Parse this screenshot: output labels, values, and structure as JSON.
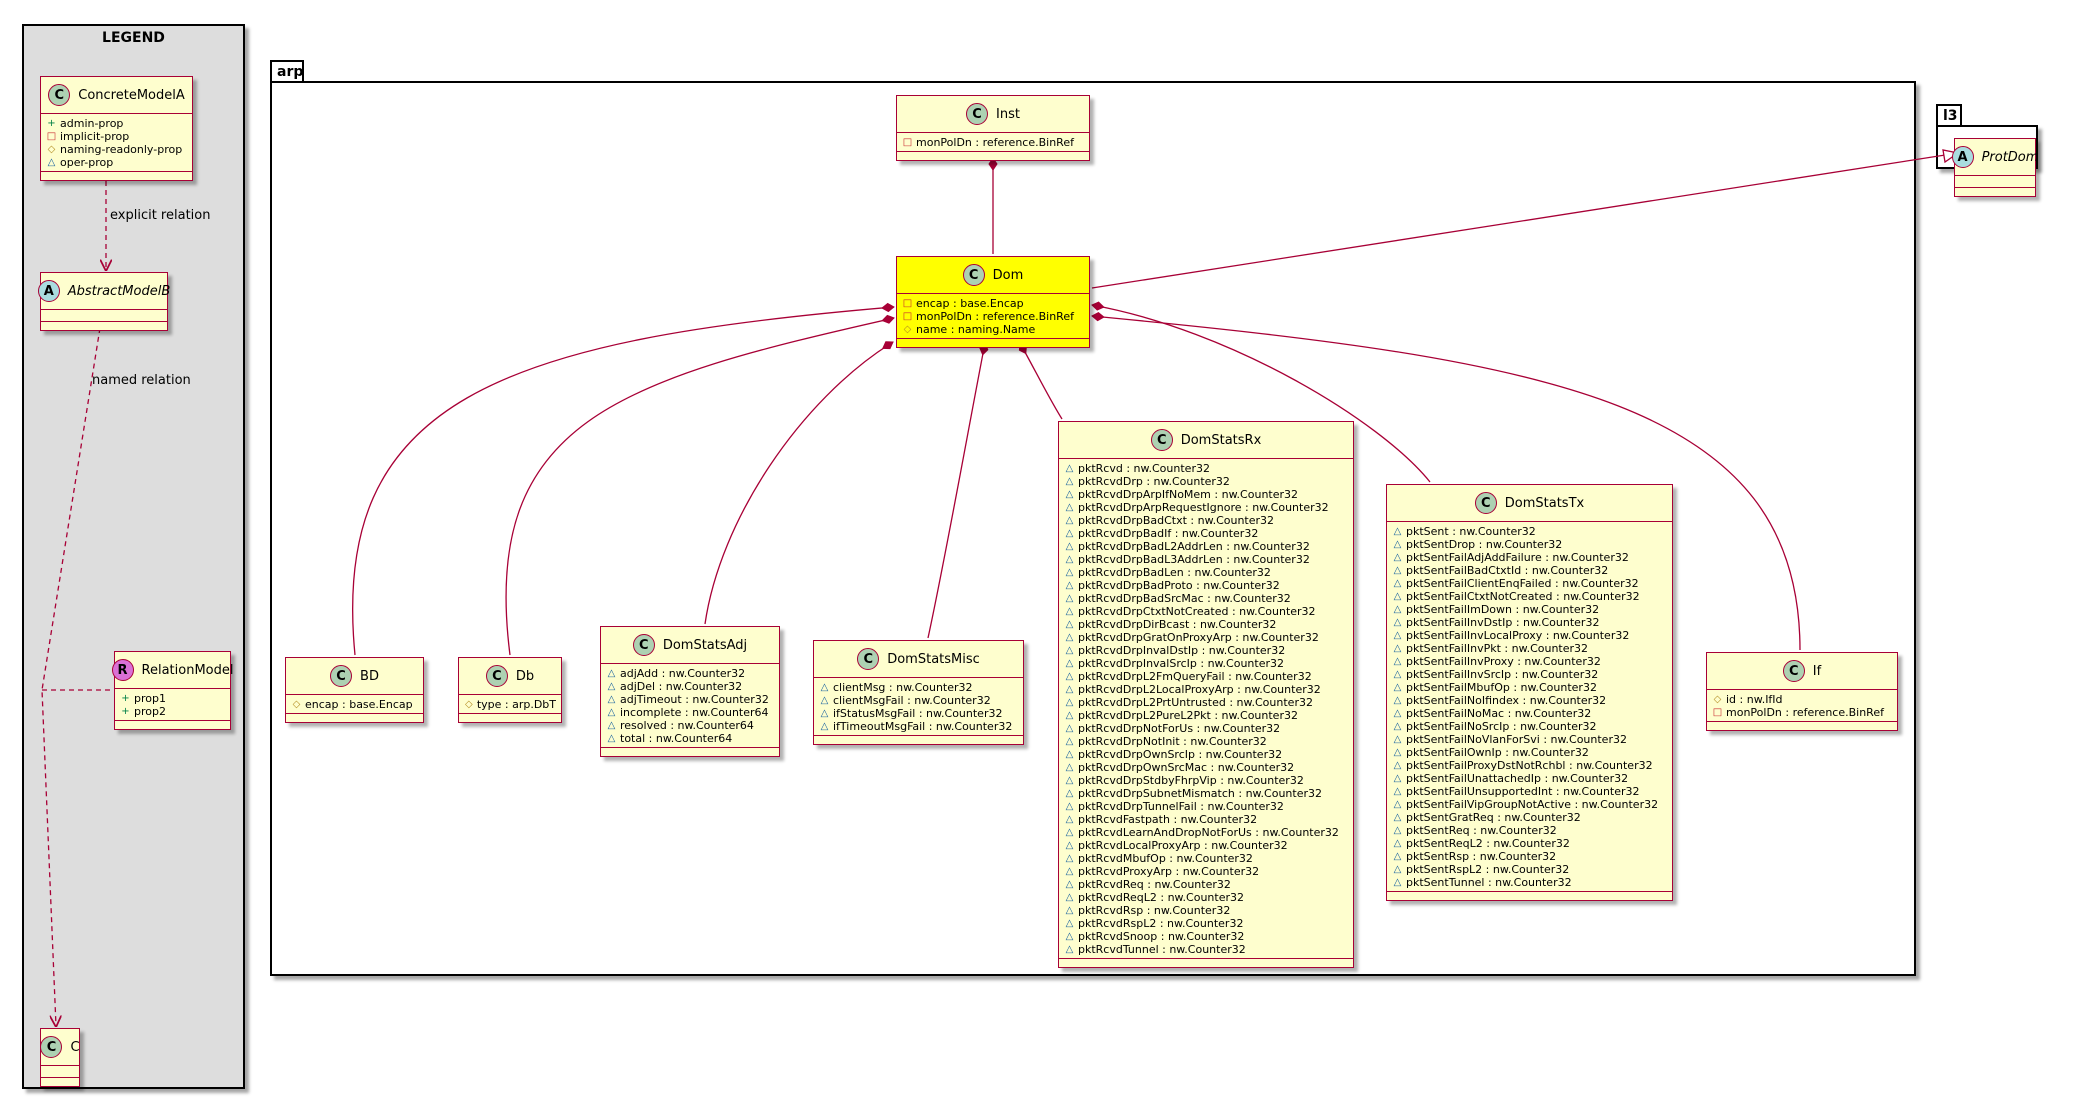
{
  "legend": {
    "title": "LEGEND",
    "explicit_label": "explicit relation",
    "named_label": "named relation",
    "concrete": {
      "name": "ConcreteModelA",
      "stereotype": "C",
      "attrs": [
        {
          "vis": "+",
          "text": "admin-prop"
        },
        {
          "vis": "-",
          "text": "implicit-prop"
        },
        {
          "vis": "#",
          "text": "naming-readonly-prop"
        },
        {
          "vis": "~",
          "text": "oper-prop"
        }
      ]
    },
    "abstract": {
      "name": "AbstractModelB",
      "stereotype": "A"
    },
    "relation": {
      "name": "RelationModel",
      "stereotype": "R",
      "attrs": [
        {
          "vis": "+",
          "text": "prop1"
        },
        {
          "vis": "+",
          "text": "prop2"
        }
      ]
    },
    "c": {
      "name": "C",
      "stereotype": "C"
    }
  },
  "packages": {
    "arp": "arp",
    "l3": "l3"
  },
  "l3": {
    "protdom": {
      "name": "ProtDom",
      "stereotype": "A"
    }
  },
  "arp": {
    "inst": {
      "name": "Inst",
      "stereotype": "C",
      "attrs": [
        {
          "vis": "-",
          "text": "monPolDn : reference.BinRef"
        }
      ]
    },
    "dom": {
      "name": "Dom",
      "stereotype": "C",
      "attrs": [
        {
          "vis": "-",
          "text": "encap : base.Encap"
        },
        {
          "vis": "-",
          "text": "monPolDn : reference.BinRef"
        },
        {
          "vis": "#",
          "text": "name : naming.Name"
        }
      ]
    },
    "bd": {
      "name": "BD",
      "stereotype": "C",
      "attrs": [
        {
          "vis": "#",
          "text": "encap : base.Encap"
        }
      ]
    },
    "db": {
      "name": "Db",
      "stereotype": "C",
      "attrs": [
        {
          "vis": "#",
          "text": "type : arp.DbT"
        }
      ]
    },
    "domstatsadj": {
      "name": "DomStatsAdj",
      "stereotype": "C",
      "attrs": [
        {
          "vis": "~",
          "text": "adjAdd : nw.Counter32"
        },
        {
          "vis": "~",
          "text": "adjDel : nw.Counter32"
        },
        {
          "vis": "~",
          "text": "adjTimeout : nw.Counter32"
        },
        {
          "vis": "~",
          "text": "incomplete : nw.Counter64"
        },
        {
          "vis": "~",
          "text": "resolved : nw.Counter64"
        },
        {
          "vis": "~",
          "text": "total : nw.Counter64"
        }
      ]
    },
    "domstatsmisc": {
      "name": "DomStatsMisc",
      "stereotype": "C",
      "attrs": [
        {
          "vis": "~",
          "text": "clientMsg : nw.Counter32"
        },
        {
          "vis": "~",
          "text": "clientMsgFail : nw.Counter32"
        },
        {
          "vis": "~",
          "text": "ifStatusMsgFail : nw.Counter32"
        },
        {
          "vis": "~",
          "text": "ifTimeoutMsgFail : nw.Counter32"
        }
      ]
    },
    "domstatsrx": {
      "name": "DomStatsRx",
      "stereotype": "C",
      "attrs": [
        {
          "vis": "~",
          "text": "pktRcvd : nw.Counter32"
        },
        {
          "vis": "~",
          "text": "pktRcvdDrp : nw.Counter32"
        },
        {
          "vis": "~",
          "text": "pktRcvdDrpArpIfNoMem : nw.Counter32"
        },
        {
          "vis": "~",
          "text": "pktRcvdDrpArpRequestIgnore : nw.Counter32"
        },
        {
          "vis": "~",
          "text": "pktRcvdDrpBadCtxt : nw.Counter32"
        },
        {
          "vis": "~",
          "text": "pktRcvdDrpBadIf : nw.Counter32"
        },
        {
          "vis": "~",
          "text": "pktRcvdDrpBadL2AddrLen : nw.Counter32"
        },
        {
          "vis": "~",
          "text": "pktRcvdDrpBadL3AddrLen : nw.Counter32"
        },
        {
          "vis": "~",
          "text": "pktRcvdDrpBadLen : nw.Counter32"
        },
        {
          "vis": "~",
          "text": "pktRcvdDrpBadProto : nw.Counter32"
        },
        {
          "vis": "~",
          "text": "pktRcvdDrpBadSrcMac : nw.Counter32"
        },
        {
          "vis": "~",
          "text": "pktRcvdDrpCtxtNotCreated : nw.Counter32"
        },
        {
          "vis": "~",
          "text": "pktRcvdDrpDirBcast : nw.Counter32"
        },
        {
          "vis": "~",
          "text": "pktRcvdDrpGratOnProxyArp : nw.Counter32"
        },
        {
          "vis": "~",
          "text": "pktRcvdDrpInvalDstIp : nw.Counter32"
        },
        {
          "vis": "~",
          "text": "pktRcvdDrpInvalSrcIp : nw.Counter32"
        },
        {
          "vis": "~",
          "text": "pktRcvdDrpL2FmQueryFail : nw.Counter32"
        },
        {
          "vis": "~",
          "text": "pktRcvdDrpL2LocalProxyArp : nw.Counter32"
        },
        {
          "vis": "~",
          "text": "pktRcvdDrpL2PrtUntrusted : nw.Counter32"
        },
        {
          "vis": "~",
          "text": "pktRcvdDrpL2PureL2Pkt : nw.Counter32"
        },
        {
          "vis": "~",
          "text": "pktRcvdDrpNotForUs : nw.Counter32"
        },
        {
          "vis": "~",
          "text": "pktRcvdDrpNotInit : nw.Counter32"
        },
        {
          "vis": "~",
          "text": "pktRcvdDrpOwnSrcIp : nw.Counter32"
        },
        {
          "vis": "~",
          "text": "pktRcvdDrpOwnSrcMac : nw.Counter32"
        },
        {
          "vis": "~",
          "text": "pktRcvdDrpStdbyFhrpVip : nw.Counter32"
        },
        {
          "vis": "~",
          "text": "pktRcvdDrpSubnetMismatch : nw.Counter32"
        },
        {
          "vis": "~",
          "text": "pktRcvdDrpTunnelFail : nw.Counter32"
        },
        {
          "vis": "~",
          "text": "pktRcvdFastpath : nw.Counter32"
        },
        {
          "vis": "~",
          "text": "pktRcvdLearnAndDropNotForUs : nw.Counter32"
        },
        {
          "vis": "~",
          "text": "pktRcvdLocalProxyArp : nw.Counter32"
        },
        {
          "vis": "~",
          "text": "pktRcvdMbufOp : nw.Counter32"
        },
        {
          "vis": "~",
          "text": "pktRcvdProxyArp : nw.Counter32"
        },
        {
          "vis": "~",
          "text": "pktRcvdReq : nw.Counter32"
        },
        {
          "vis": "~",
          "text": "pktRcvdReqL2 : nw.Counter32"
        },
        {
          "vis": "~",
          "text": "pktRcvdRsp : nw.Counter32"
        },
        {
          "vis": "~",
          "text": "pktRcvdRspL2 : nw.Counter32"
        },
        {
          "vis": "~",
          "text": "pktRcvdSnoop : nw.Counter32"
        },
        {
          "vis": "~",
          "text": "pktRcvdTunnel : nw.Counter32"
        }
      ]
    },
    "domstatstx": {
      "name": "DomStatsTx",
      "stereotype": "C",
      "attrs": [
        {
          "vis": "~",
          "text": "pktSent : nw.Counter32"
        },
        {
          "vis": "~",
          "text": "pktSentDrop : nw.Counter32"
        },
        {
          "vis": "~",
          "text": "pktSentFailAdjAddFailure : nw.Counter32"
        },
        {
          "vis": "~",
          "text": "pktSentFailBadCtxtId : nw.Counter32"
        },
        {
          "vis": "~",
          "text": "pktSentFailClientEnqFailed : nw.Counter32"
        },
        {
          "vis": "~",
          "text": "pktSentFailCtxtNotCreated : nw.Counter32"
        },
        {
          "vis": "~",
          "text": "pktSentFailImDown : nw.Counter32"
        },
        {
          "vis": "~",
          "text": "pktSentFailInvDstIp : nw.Counter32"
        },
        {
          "vis": "~",
          "text": "pktSentFailInvLocalProxy : nw.Counter32"
        },
        {
          "vis": "~",
          "text": "pktSentFailInvPkt : nw.Counter32"
        },
        {
          "vis": "~",
          "text": "pktSentFailInvProxy : nw.Counter32"
        },
        {
          "vis": "~",
          "text": "pktSentFailInvSrcIp : nw.Counter32"
        },
        {
          "vis": "~",
          "text": "pktSentFailMbufOp : nw.Counter32"
        },
        {
          "vis": "~",
          "text": "pktSentFailNoIfindex : nw.Counter32"
        },
        {
          "vis": "~",
          "text": "pktSentFailNoMac : nw.Counter32"
        },
        {
          "vis": "~",
          "text": "pktSentFailNoSrcIp : nw.Counter32"
        },
        {
          "vis": "~",
          "text": "pktSentFailNoVlanForSvi : nw.Counter32"
        },
        {
          "vis": "~",
          "text": "pktSentFailOwnIp : nw.Counter32"
        },
        {
          "vis": "~",
          "text": "pktSentFailProxyDstNotRchbl : nw.Counter32"
        },
        {
          "vis": "~",
          "text": "pktSentFailUnattachedIp : nw.Counter32"
        },
        {
          "vis": "~",
          "text": "pktSentFailUnsupportedInt : nw.Counter32"
        },
        {
          "vis": "~",
          "text": "pktSentFailVipGroupNotActive : nw.Counter32"
        },
        {
          "vis": "~",
          "text": "pktSentGratReq : nw.Counter32"
        },
        {
          "vis": "~",
          "text": "pktSentReq : nw.Counter32"
        },
        {
          "vis": "~",
          "text": "pktSentReqL2 : nw.Counter32"
        },
        {
          "vis": "~",
          "text": "pktSentRsp : nw.Counter32"
        },
        {
          "vis": "~",
          "text": "pktSentRspL2 : nw.Counter32"
        },
        {
          "vis": "~",
          "text": "pktSentTunnel : nw.Counter32"
        }
      ]
    },
    "if": {
      "name": "If",
      "stereotype": "C",
      "attrs": [
        {
          "vis": "#",
          "text": "id : nw.IfId"
        },
        {
          "vis": "-",
          "text": "monPolDn : reference.BinRef"
        }
      ]
    }
  },
  "colors": {
    "class_fill": "#fefece",
    "class_border": "#a80036",
    "highlight_fill": "#ffff00",
    "legend_fill": "#dddddd"
  }
}
